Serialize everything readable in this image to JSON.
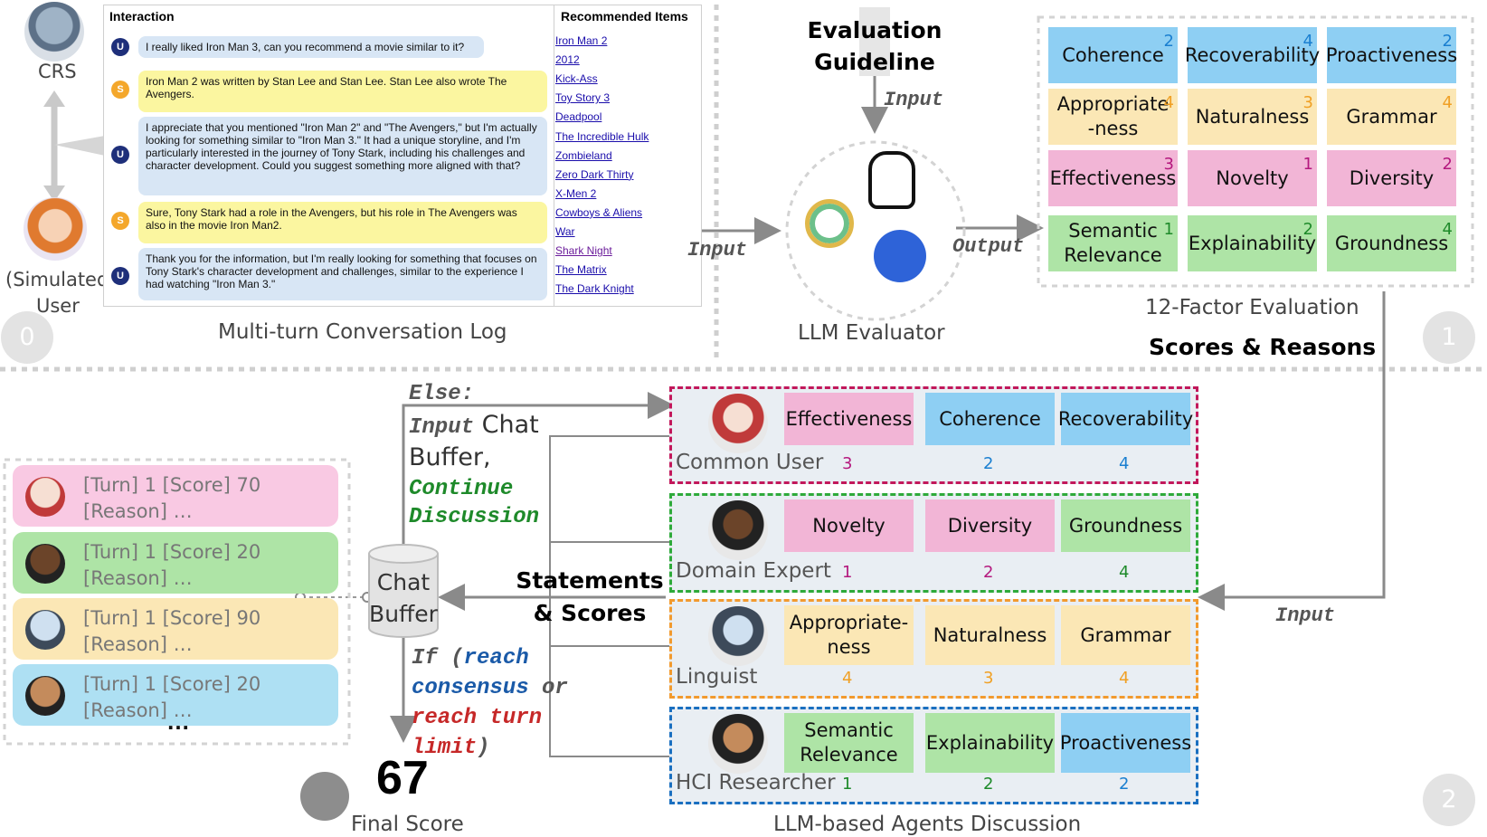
{
  "left_panel": {
    "crs_label": "CRS",
    "user_label_1": "(Simulated)",
    "user_label_2": "User",
    "interaction_header": "Interaction",
    "recommended_header": "Recommended Items",
    "messages": [
      {
        "role": "U",
        "text": "I really liked Iron Man 3, can you recommend a movie similar to it?"
      },
      {
        "role": "S",
        "text": "Iron Man 2 was written by Stan Lee and Stan Lee. Stan Lee also wrote The Avengers."
      },
      {
        "role": "U",
        "text": "I appreciate that you mentioned \"Iron Man 2\" and \"The Avengers,\" but I'm actually looking for something similar to \"Iron Man 3.\" It had a unique storyline, and I'm particularly interested in the journey of Tony Stark, including his challenges and character development. Could you suggest something more aligned with that?"
      },
      {
        "role": "S",
        "text": "Sure, Tony Stark had a role in the Avengers, but his role in The Avengers was also in the movie Iron Man2."
      },
      {
        "role": "U",
        "text": "Thank you for the information, but I'm really looking for something that focuses on Tony Stark's character development and challenges, similar to the experience I had watching \"Iron Man 3.\""
      }
    ],
    "recommended_items": [
      "Iron Man 2",
      "2012",
      "Kick-Ass",
      "Toy Story 3",
      "Deadpool",
      "The Incredible Hulk",
      "Zombieland",
      "Zero Dark Thirty",
      "X-Men 2",
      "Cowboys & Aliens",
      "War",
      "Shark Night",
      "The Matrix",
      "The Dark Knight"
    ],
    "caption": "Multi-turn Conversation Log",
    "step": "0"
  },
  "evaluator": {
    "guideline_1": "Evaluation",
    "guideline_2": "Guideline",
    "input_top": "Input",
    "input_left": "Input",
    "output": "Output",
    "caption": "LLM Evaluator"
  },
  "factors": {
    "grid": [
      {
        "name": "Coherence",
        "score": "2"
      },
      {
        "name": "Recoverability",
        "score": "4"
      },
      {
        "name": "Proactiveness",
        "score": "2"
      },
      {
        "name_1": "Appropriate",
        "name_2": "-ness",
        "score": "4"
      },
      {
        "name": "Naturalness",
        "score": "3"
      },
      {
        "name": "Grammar",
        "score": "4"
      },
      {
        "name": "Effectiveness",
        "score": "3"
      },
      {
        "name": "Novelty",
        "score": "1"
      },
      {
        "name": "Diversity",
        "score": "2"
      },
      {
        "name_1": "Semantic",
        "name_2": "Relevance",
        "score": "1"
      },
      {
        "name": "Explainability",
        "score": "2"
      },
      {
        "name": "Groundness",
        "score": "4"
      }
    ],
    "caption_1": "12-Factor Evaluation",
    "caption_2": "Scores & Reasons",
    "step": "1"
  },
  "discussion": {
    "else_label": "Else:",
    "input_label": "Input",
    "chat_label": " Chat",
    "buffer_label": "Buffer,",
    "continue_1": "Continue",
    "discussion_word": "Discussion",
    "statements_1": "Statements",
    "statements_2": "& Scores",
    "buffer_1": "Chat",
    "buffer_2": "Buffer",
    "if_label": "If (",
    "reach_label": "reach",
    "consensus_label": "consensus",
    "or_label": " or",
    "reach_turn": "reach turn",
    "limit_label": "limit",
    "close_paren": ")",
    "final_score": "67",
    "final_caption": "Final Score",
    "input_right": "Input",
    "caption": "LLM-based Agents Discussion",
    "step": "2",
    "agents": [
      {
        "name": "Common User",
        "factors": [
          "Effectiveness",
          "Coherence",
          "Recoverability"
        ],
        "scores": [
          "3",
          "2",
          "4"
        ]
      },
      {
        "name": "Domain Expert",
        "factors": [
          "Novelty",
          "Diversity",
          "Groundness"
        ],
        "scores": [
          "1",
          "2",
          "4"
        ]
      },
      {
        "name": "Linguist",
        "factors_a": "Appropriate-",
        "factors_b": "ness",
        "factors": [
          "Naturalness",
          "Grammar"
        ],
        "scores": [
          "4",
          "3",
          "4"
        ]
      },
      {
        "name": "HCI Researcher",
        "factors_a": "Semantic",
        "factors_b": "Relevance",
        "factors": [
          "Explainability",
          "Proactiveness"
        ],
        "scores": [
          "1",
          "2",
          "2"
        ]
      }
    ],
    "buffer_cards": [
      {
        "line1": "[Turn] 1 [Score] 70",
        "line2": "[Reason] …",
        "color": "#f9c9e3"
      },
      {
        "line1": "[Turn] 1 [Score] 20",
        "line2": "[Reason] …",
        "color": "#aee4a6"
      },
      {
        "line1": "[Turn] 1 [Score] 90",
        "line2": "[Reason] …",
        "color": "#fbe7b5"
      },
      {
        "line1": "[Turn] 1 [Score] 20",
        "line2": "[Reason] …",
        "color": "#aee0f3"
      }
    ],
    "ellipsis": "…"
  }
}
